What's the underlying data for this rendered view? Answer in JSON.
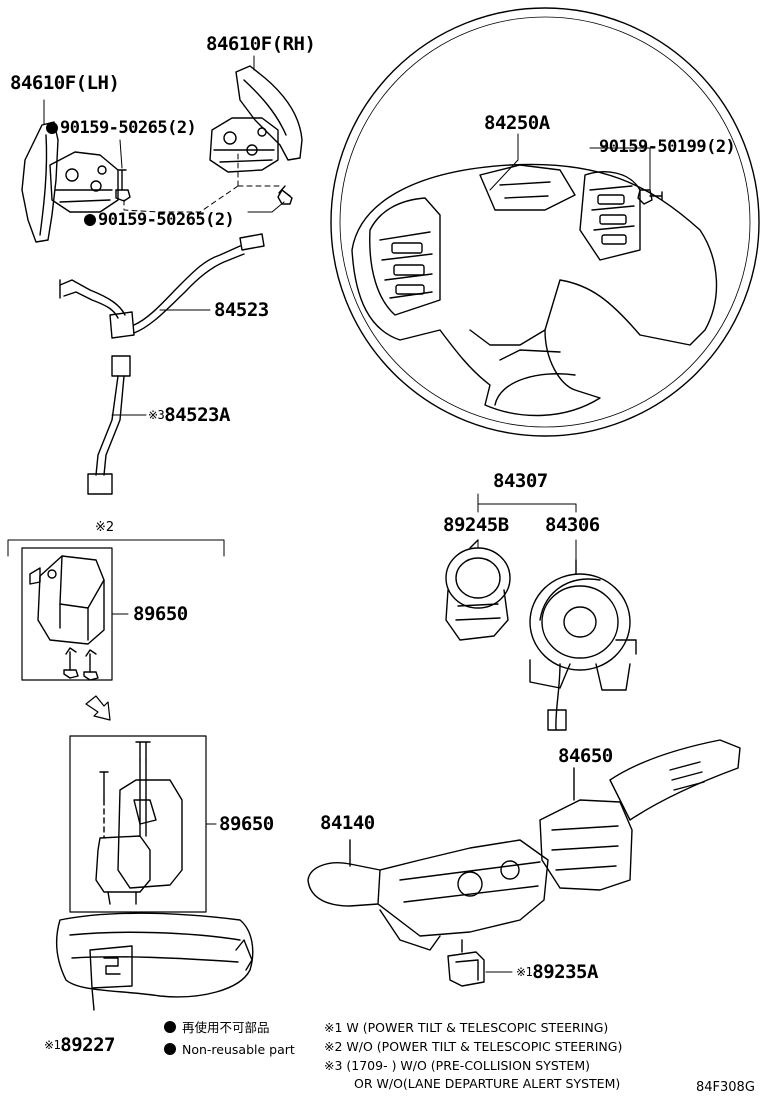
{
  "parts": {
    "p84610f_rh": "84610F(RH)",
    "p84610f_lh": "84610F(LH)",
    "p90159_50265_a": "90159-50265(2)",
    "p90159_50265_b": "90159-50265(2)",
    "p84250a": "84250A",
    "p90159_50199": "90159-50199(2)",
    "p84523": "84523",
    "p84523a": "84523A",
    "p84523a_mark": "※3",
    "p84307": "84307",
    "p89245b": "89245B",
    "p84306": "84306",
    "group_mark": "※2",
    "p89650_a": "89650",
    "p89650_b": "89650",
    "p84650": "84650",
    "p84140": "84140",
    "p89235a": "89235A",
    "p89235a_mark": "※1",
    "p89227": "89227",
    "p89227_mark": "※1"
  },
  "legend": {
    "non_reusable_ja": "再使用不可部品",
    "non_reusable_en": "Non-reusable part"
  },
  "notes": {
    "n1": "※1 W (POWER TILT & TELESCOPIC STEERING)",
    "n2": "※2 W/O (POWER TILT & TELESCOPIC STEERING)",
    "n3": "※3 (1709-        ) W/O (PRE-COLLISION SYSTEM)",
    "n3b": "OR W/O(LANE DEPARTURE ALERT SYSTEM)"
  },
  "figure_code": "84F308G"
}
